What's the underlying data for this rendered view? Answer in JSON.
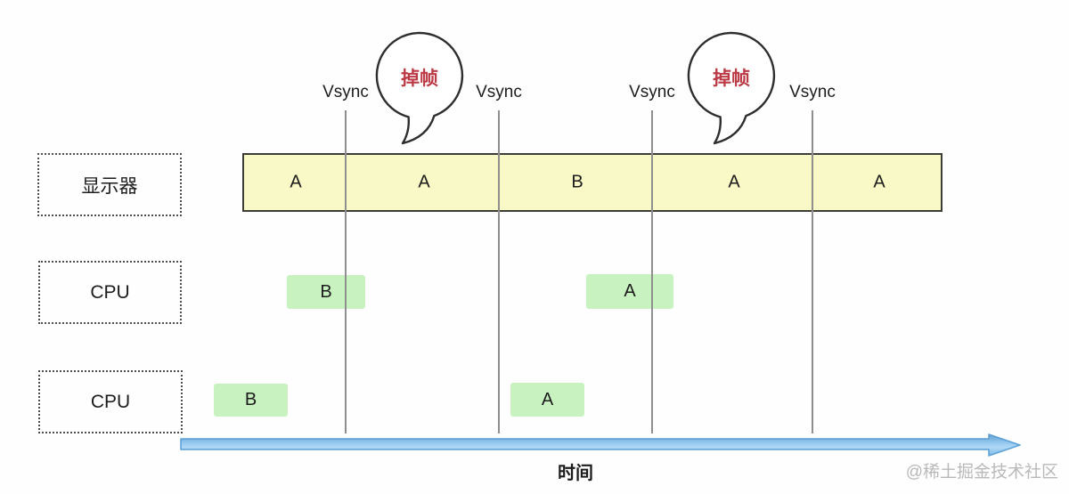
{
  "rows": {
    "display": {
      "label": "显示器"
    },
    "cpu1": {
      "label": "CPU"
    },
    "cpu2": {
      "label": "CPU"
    }
  },
  "vsync_labels": [
    "Vsync",
    "Vsync",
    "Vsync",
    "Vsync"
  ],
  "dropped_frame_bubbles": [
    "掉帧",
    "掉帧"
  ],
  "display_track": {
    "segments": [
      "A",
      "A",
      "B",
      "A",
      "A"
    ]
  },
  "cpu1_blocks": [
    "B",
    "A"
  ],
  "cpu2_blocks": [
    "B",
    "A"
  ],
  "time_axis_label": "时间",
  "watermark": "@稀土掘金技术社区",
  "colors": {
    "display_fill": "#f9f8c7",
    "display_border": "#3d3d35",
    "block_fill": "#c8f2c0",
    "line_color": "#8f8f8f",
    "bubble_text": "#bc3a45",
    "bubble_stroke": "#2e2e2e",
    "text_color": "#1c1c1c",
    "watermark_color": "#b9b9b9",
    "arrow_fill": "#8ec6ed",
    "arrow_stroke": "#5b9fd6",
    "box_border": "#4d4d4d"
  }
}
